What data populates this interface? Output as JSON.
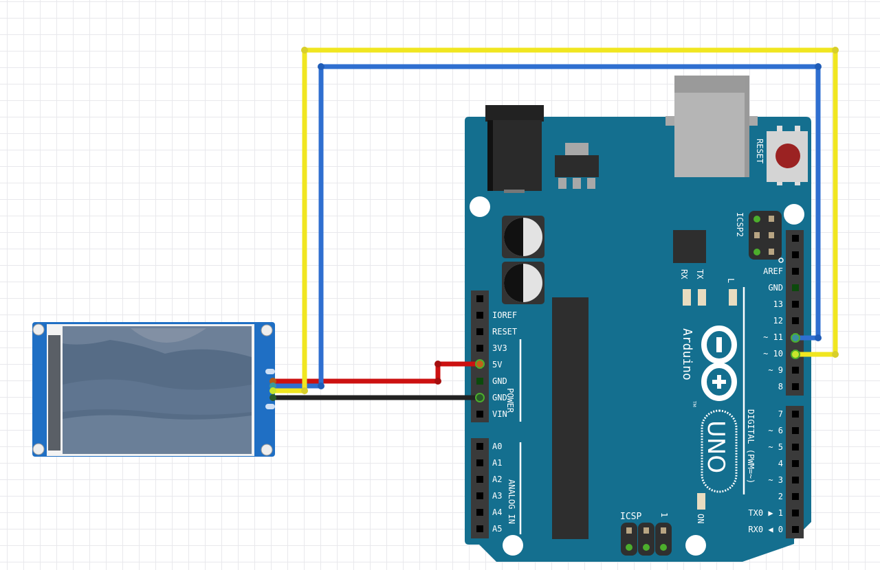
{
  "board": {
    "name": "Arduino",
    "model": "UNO",
    "trademark": "TM",
    "color": "#146f8f",
    "reset_label": "RESET",
    "icsp2_label": "ICSP2",
    "icsp_label": "ICSP",
    "icsp_pin1": "1",
    "led_labels": {
      "rx": "RX",
      "tx": "TX",
      "l": "L",
      "on": "ON"
    },
    "power_group_label": "POWER",
    "analog_group_label": "ANALOG IN",
    "digital_group_label": "DIGITAL (PWM=~)",
    "power_pins": [
      "",
      "IOREF",
      "RESET",
      "3V3",
      "5V",
      "GND",
      "GND",
      "VIN"
    ],
    "analog_pins": [
      "A0",
      "A1",
      "A2",
      "A3",
      "A4",
      "A5"
    ],
    "digital_upper_pins": [
      "",
      "",
      "AREF",
      "GND",
      "13",
      "12",
      "~ 11",
      "~ 10",
      "~ 9",
      "8"
    ],
    "digital_lower_pins": [
      "7",
      "~ 6",
      "~ 5",
      "4",
      "~ 3",
      "2",
      "TX0 ▶ 1",
      "RX0 ◀ 0"
    ]
  },
  "display": {
    "name": "lcd-display-module",
    "pcb_color": "#1f6fc4"
  },
  "wires": [
    {
      "name": "5v-wire",
      "color": "#cc1111",
      "from": "display",
      "to": "5V"
    },
    {
      "name": "gnd-wire",
      "color": "#222222",
      "from": "display",
      "to": "GND"
    },
    {
      "name": "tx-wire",
      "color": "#2f6fd0",
      "from": "display",
      "to": "~ 11"
    },
    {
      "name": "rx-wire",
      "color": "#f0e620",
      "from": "display",
      "to": "~ 10"
    }
  ]
}
